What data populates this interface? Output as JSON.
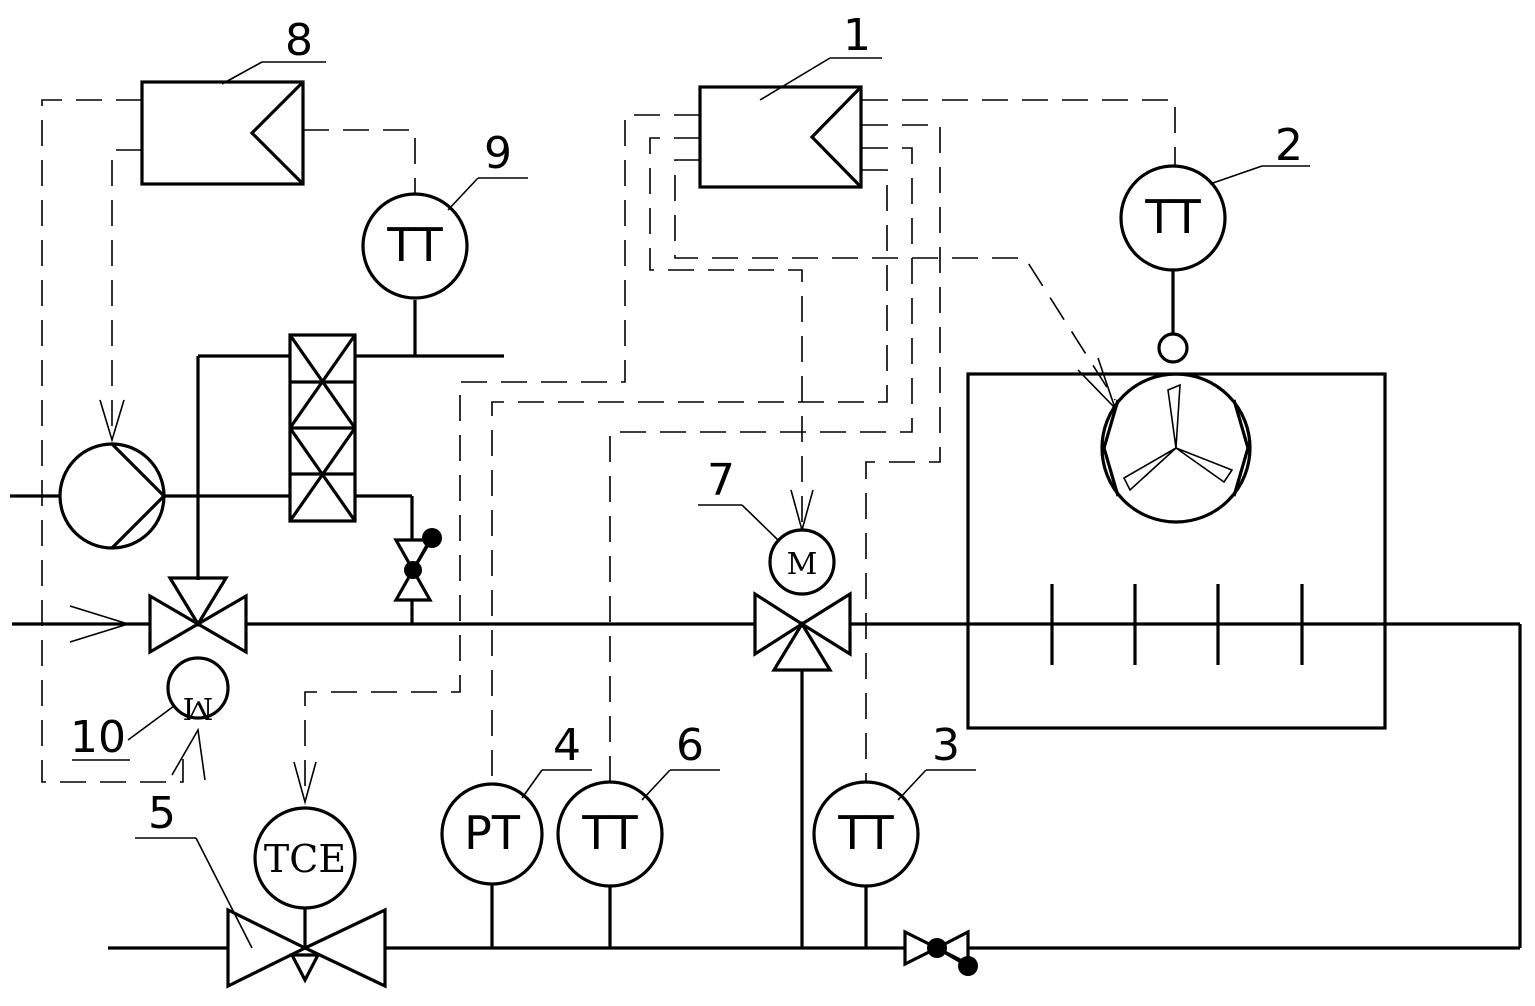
{
  "instruments": {
    "c1": {
      "ref": "1"
    },
    "tt2": {
      "ref": "2",
      "tag": "TT"
    },
    "tt3": {
      "ref": "3",
      "tag": "TT"
    },
    "pt4": {
      "ref": "4",
      "tag": "PT"
    },
    "tce5": {
      "ref": "5",
      "tag": "TCE"
    },
    "tt6": {
      "ref": "6",
      "tag": "TT"
    },
    "m7": {
      "ref": "7",
      "tag": "M"
    },
    "c8": {
      "ref": "8"
    },
    "tt9": {
      "ref": "9",
      "tag": "TT"
    },
    "m10": {
      "ref": "10",
      "tag": "M"
    }
  }
}
